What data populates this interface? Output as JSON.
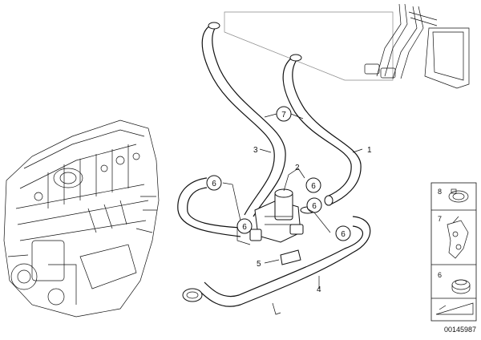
{
  "callouts": {
    "hose_1": "1",
    "valve_2": "2",
    "hose_3": "3",
    "hose_4": "4",
    "bracket_5": "5",
    "clamp_7": "7",
    "ring_6_a": "6",
    "ring_6_b": "6",
    "ring_6_c": "6",
    "ring_6_d": "6"
  },
  "legend": {
    "item_a": "8",
    "item_b": "7",
    "item_c": "6"
  },
  "diagram_number": "00145987"
}
